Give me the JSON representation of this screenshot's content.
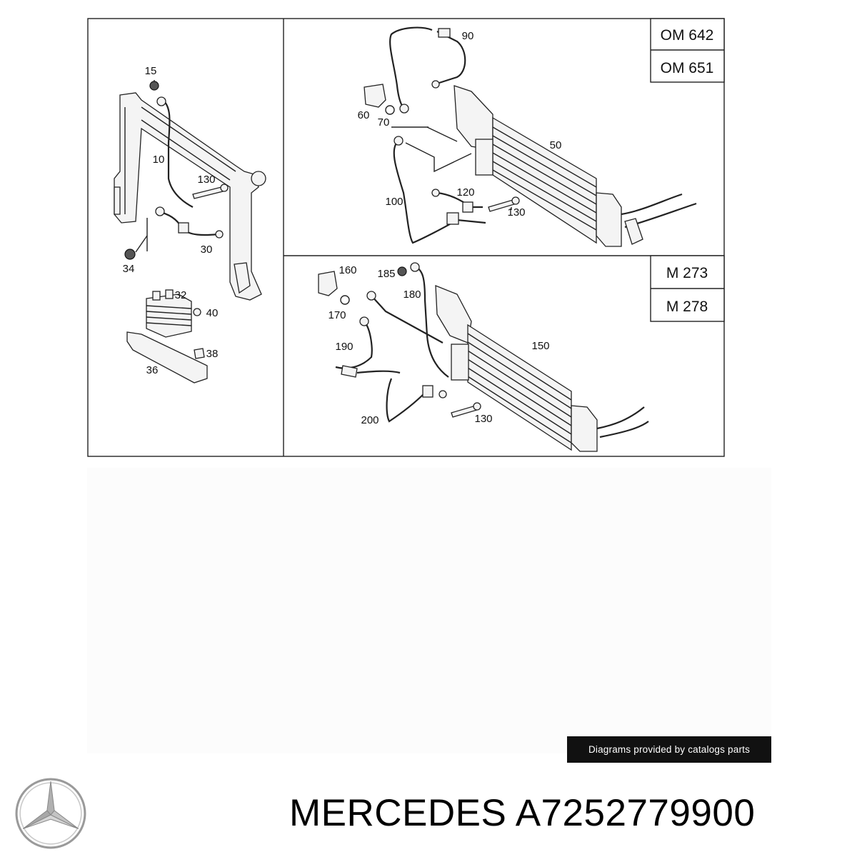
{
  "diagram": {
    "callouts": {
      "c15": "15",
      "c10": "10",
      "c130a": "130",
      "c30": "30",
      "c34": "34",
      "c32": "32",
      "c40": "40",
      "c38": "38",
      "c36": "36",
      "c90": "90",
      "c60": "60",
      "c70": "70",
      "c50": "50",
      "c100": "100",
      "c120": "120",
      "c130b": "130",
      "c160": "160",
      "c185": "185",
      "c180": "180",
      "c170": "170",
      "c190": "190",
      "c150": "150",
      "c200": "200",
      "c130c": "130"
    },
    "engines_top": [
      "OM 642",
      "OM 651"
    ],
    "engines_bottom": [
      "M 273",
      "M 278"
    ]
  },
  "credit": "Diagrams provided by catalogs parts",
  "brand": {
    "name": "MERCEDES",
    "part_number": "A7252779900"
  },
  "logo_icon": "mercedes-star-icon"
}
